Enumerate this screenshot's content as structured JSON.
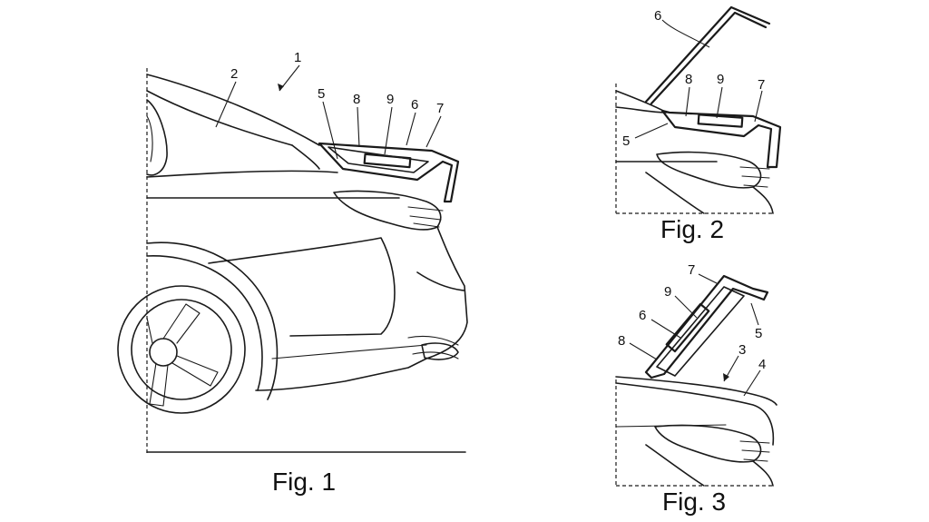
{
  "figures": [
    {
      "caption": "Fig. 1",
      "refs": {
        "r1": "1",
        "r2": "2",
        "r5": "5",
        "r8": "8",
        "r9": "9",
        "r6": "6",
        "r7": "7"
      }
    },
    {
      "caption": "Fig. 2",
      "refs": {
        "r6": "6",
        "r8": "8",
        "r9": "9",
        "r7": "7",
        "r5": "5"
      }
    },
    {
      "caption": "Fig. 3",
      "refs": {
        "r7": "7",
        "r9": "9",
        "r6": "6",
        "r5": "5",
        "r8": "8",
        "r3": "3",
        "r4": "4"
      }
    }
  ]
}
